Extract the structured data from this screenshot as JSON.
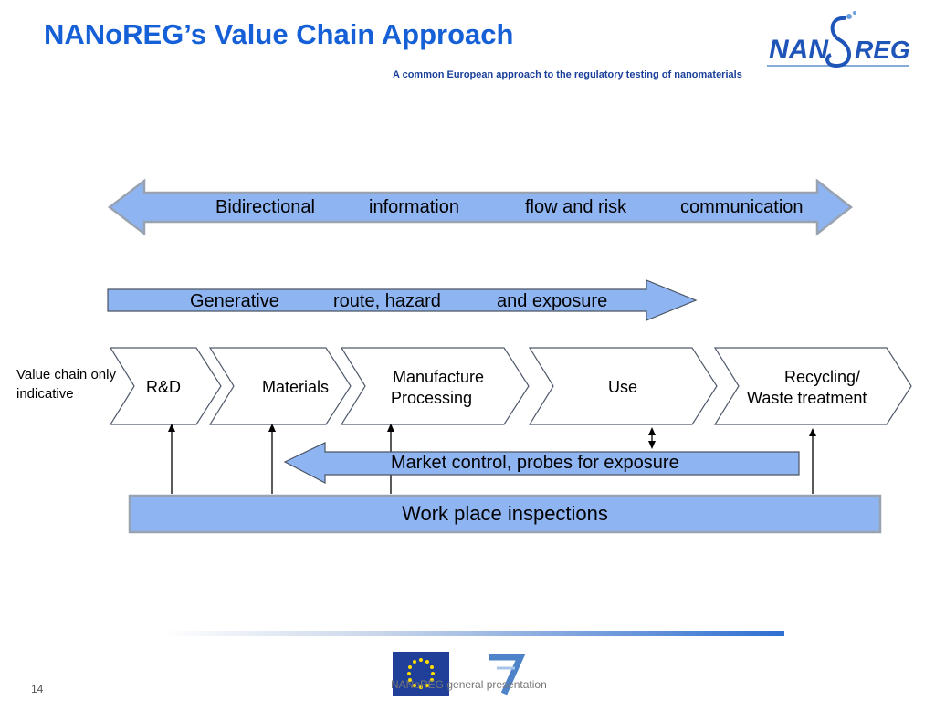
{
  "header": {
    "title": "NANoREG’s Value Chain Approach",
    "subtitle": "A common European approach to the regulatory testing of nanomaterials",
    "logo_text": "NANoREG"
  },
  "diagram": {
    "bidirectional_label": [
      "Bidirectional",
      "information",
      "flow and risk",
      "communication"
    ],
    "generative_label": [
      "Generative",
      "route, hazard",
      "and exposure"
    ],
    "value_chain_note": "Value chain only indicative",
    "stages": [
      {
        "line1": "R&D",
        "line2": ""
      },
      {
        "line1": "Materials",
        "line2": ""
      },
      {
        "line1": "Manufacture",
        "line2": "Processing"
      },
      {
        "line1": "Use",
        "line2": ""
      },
      {
        "line1": "Recycling/",
        "line2": "Waste treatment"
      }
    ],
    "market_label": "Market control, probes for exposure",
    "workplace_label": "Work place inspections"
  },
  "footer": {
    "text": "NANoREG general presentation",
    "page_number": "14"
  },
  "colors": {
    "title": "#1560d6",
    "subtitle": "#1a3f9a",
    "arrow_fill": "#8fb4f2",
    "box_fill": "#8fb4f2",
    "stroke": "#505a6a"
  }
}
